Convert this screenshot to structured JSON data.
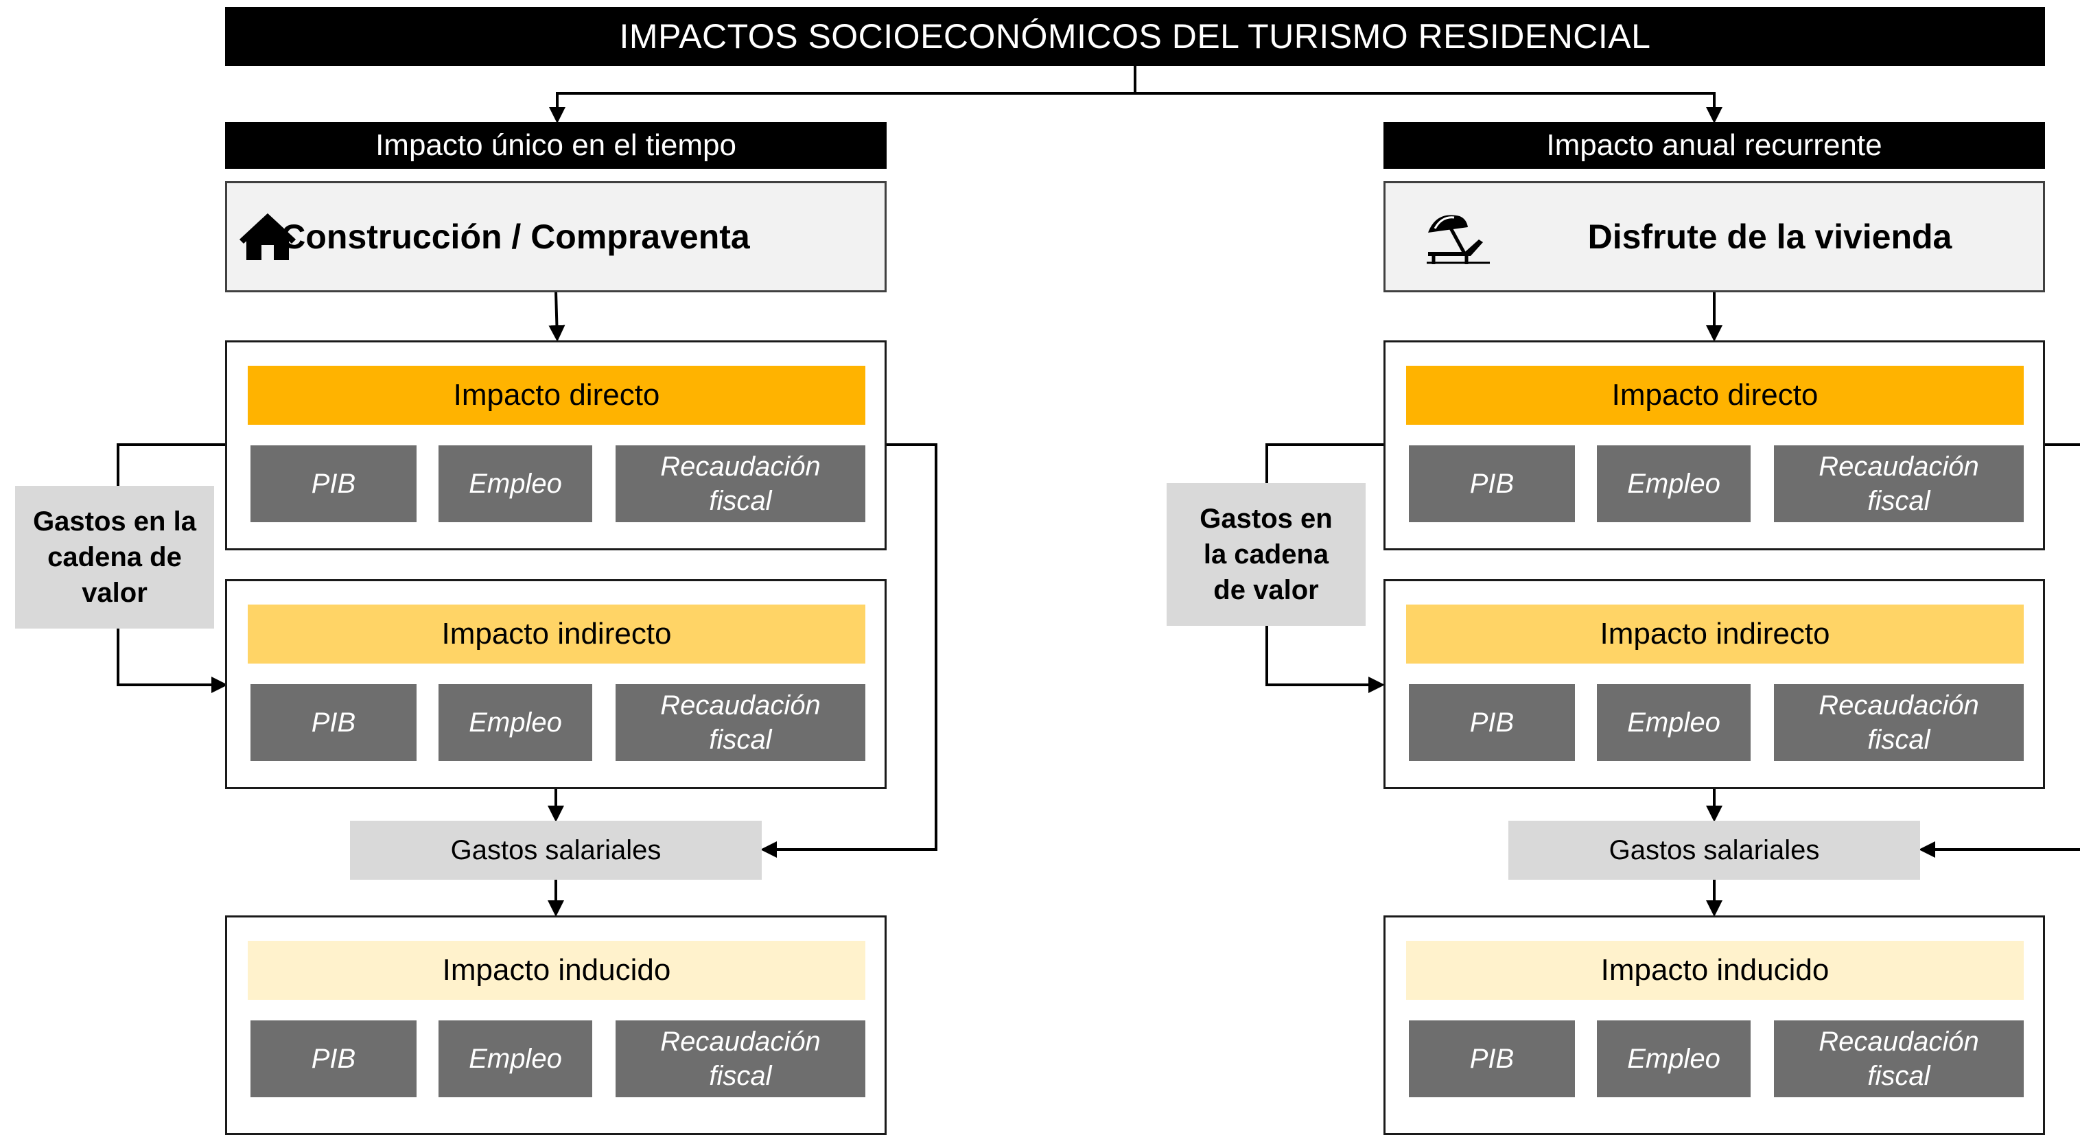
{
  "title": "IMPACTOS SOCIOECONÓMICOS DEL TURISMO RESIDENCIAL",
  "columns": [
    {
      "header": "Impacto único en el tiempo",
      "phase": "Construcción / Compraventa",
      "icon": "house-icon",
      "side_label": "Gastos en la cadena de valor",
      "salary_label": "Gastos salariales",
      "levels": [
        {
          "title": "Impacto directo",
          "color": "#ffb300",
          "metrics": [
            "PIB",
            "Empleo",
            "Recaudación fiscal"
          ]
        },
        {
          "title": "Impacto indirecto",
          "color": "#ffd466",
          "metrics": [
            "PIB",
            "Empleo",
            "Recaudación fiscal"
          ]
        },
        {
          "title": "Impacto inducido",
          "color": "#fff2cc",
          "metrics": [
            "PIB",
            "Empleo",
            "Recaudación fiscal"
          ]
        }
      ]
    },
    {
      "header": "Impacto anual recurrente",
      "phase": "Disfrute de la vivienda",
      "icon": "beach-umbrella-lounger-icon",
      "side_label": "Gastos en la cadena de valor",
      "salary_label": "Gastos salariales",
      "levels": [
        {
          "title": "Impacto directo",
          "color": "#ffb300",
          "metrics": [
            "PIB",
            "Empleo",
            "Recaudación fiscal"
          ]
        },
        {
          "title": "Impacto indirecto",
          "color": "#ffd466",
          "metrics": [
            "PIB",
            "Empleo",
            "Recaudación fiscal"
          ]
        },
        {
          "title": "Impacto inducido",
          "color": "#fff2cc",
          "metrics": [
            "PIB",
            "Empleo",
            "Recaudación fiscal"
          ]
        }
      ]
    }
  ],
  "colors": {
    "black_bar": "#000000",
    "phase_bg": "#f2f2f2",
    "metric_bg": "#6e6e6e",
    "side_box_bg": "#d9d9d9"
  }
}
